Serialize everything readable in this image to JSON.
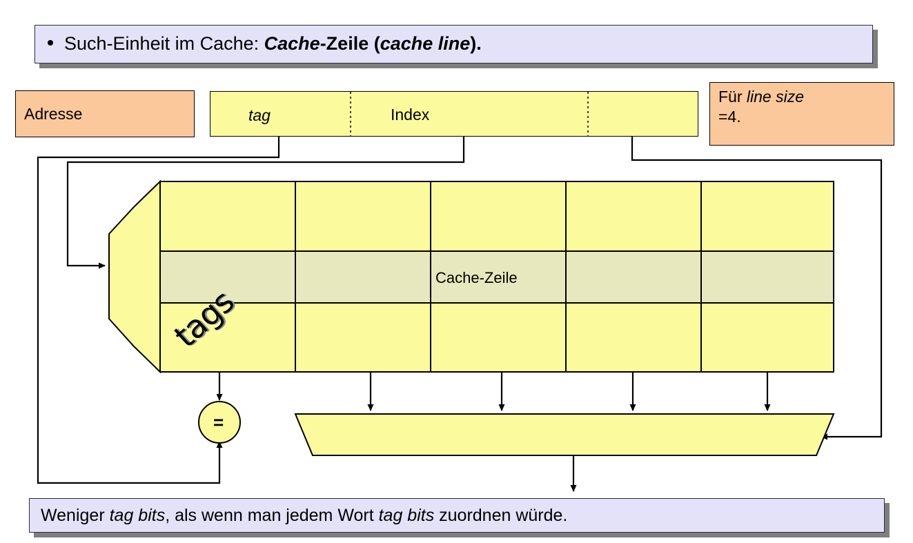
{
  "slide": {
    "title_bullet": {
      "bullet_glyph": "•",
      "parts": [
        {
          "text": "Such-Einheit im Cache: ",
          "style": "normal"
        },
        {
          "text": "Cache",
          "style": "bold-italic"
        },
        {
          "text": "-Zeile",
          "style": "bold"
        },
        {
          "text": " (",
          "style": "normal"
        },
        {
          "text": "cache line",
          "style": "bold-italic"
        },
        {
          "text": ").",
          "style": "normal"
        }
      ],
      "plain": "Such-Einheit im Cache: Cache-Zeile (cache line)."
    },
    "footer_note": {
      "parts": [
        {
          "text": "Weniger ",
          "style": "normal"
        },
        {
          "text": "tag bits",
          "style": "italic"
        },
        {
          "text": ", als wenn man jedem Wort ",
          "style": "normal"
        },
        {
          "text": "tag bits",
          "style": "italic"
        },
        {
          "text": " zuordnen würde.",
          "style": "normal"
        }
      ],
      "plain": "Weniger tag bits, als wenn man jedem Wort tag bits zuordnen würde."
    }
  },
  "address": {
    "label": "Adresse",
    "segments": [
      {
        "name": "tag",
        "label": "tag",
        "style": "italic"
      },
      {
        "name": "index",
        "label": "Index",
        "style": "normal"
      },
      {
        "name": "offset",
        "label": "",
        "style": "normal"
      }
    ]
  },
  "note": {
    "line1_prefix": "Für ",
    "line1_italic": "line size",
    "line2": "=4.",
    "plain": "Für line size =4."
  },
  "cache": {
    "tags_label": "tags",
    "line_label": "Cache-Zeile",
    "rows": 3,
    "data_columns": 4,
    "highlight_row_index": 1
  },
  "comparator": {
    "symbol": "="
  },
  "mux": {
    "label": ""
  },
  "colors": {
    "banner_bg": "#e4e2f8",
    "banner_shadow": "#7e7e7e",
    "peach": "#fbc89c",
    "yellow": "#fbfa9d",
    "highlight": "#e8e8be",
    "stroke": "#000000"
  }
}
